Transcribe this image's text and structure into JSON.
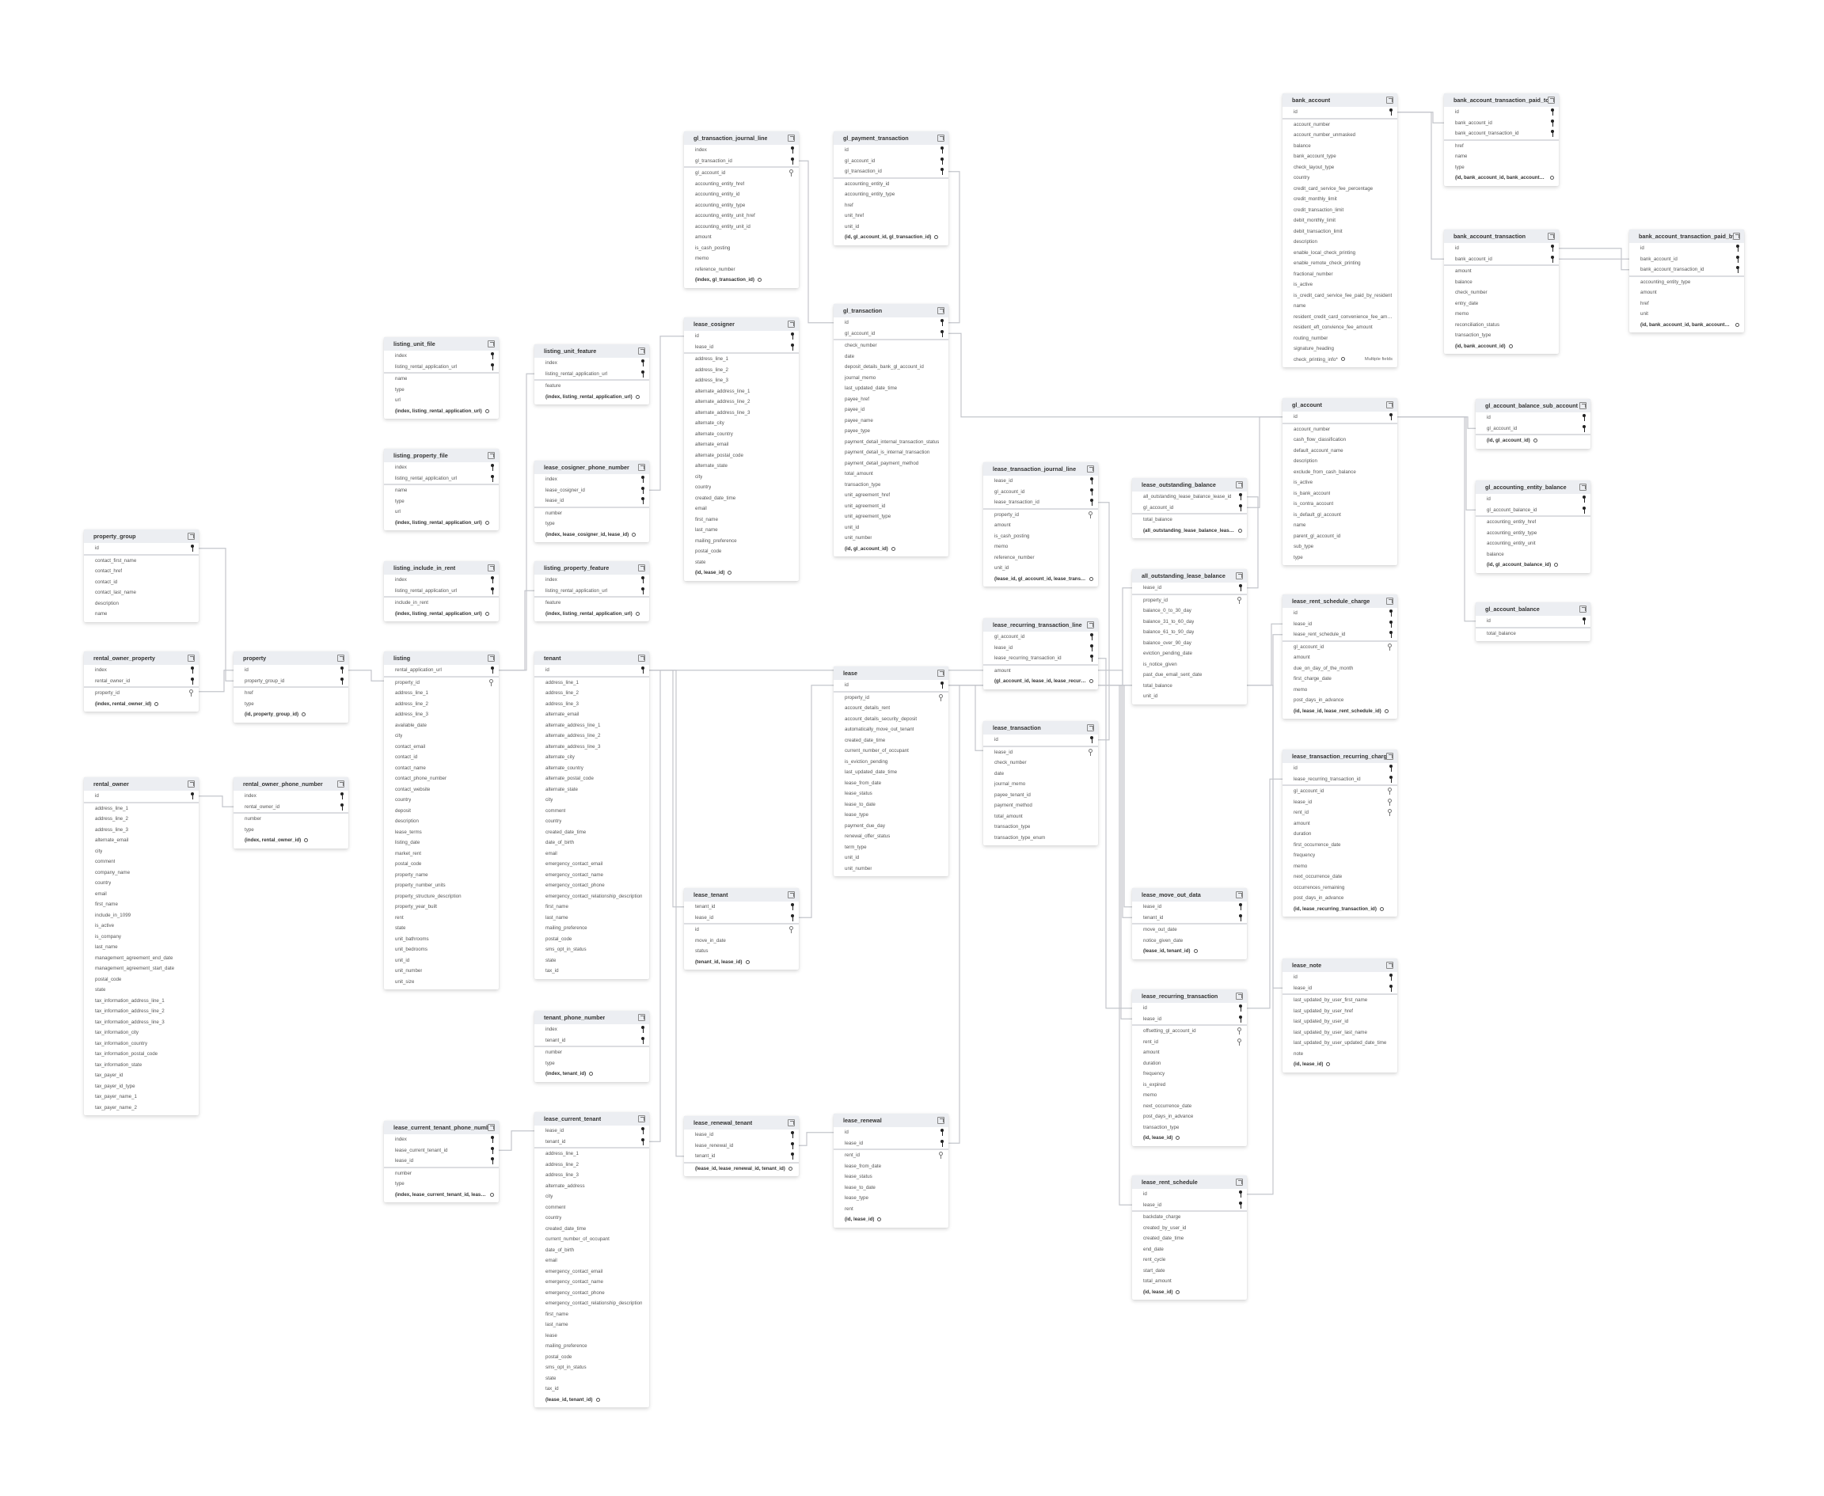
{
  "tables": [
    {
      "name": "gl_transaction_journal_line",
      "keys": [
        "index",
        "gl_transaction_id"
      ],
      "fields": [
        "gl_account_id",
        "accounting_entity_href",
        "accounting_entity_id",
        "accounting_entity_type",
        "accounting_entity_unit_href",
        "accounting_entity_unit_id",
        "amount",
        "is_cash_posting",
        "memo",
        "reference_number"
      ],
      "fk": [
        "gl_account_id"
      ],
      "composite": "(index, gl_transaction_id)"
    },
    {
      "name": "gl_payment_transaction",
      "keys": [
        "id",
        "gl_account_id",
        "gl_transaction_id"
      ],
      "fields": [
        "accounting_entity_id",
        "accounting_entity_type",
        "href",
        "unit_href",
        "unit_id"
      ],
      "fk": [],
      "composite": "(id, gl_account_id, gl_transaction_id)"
    },
    {
      "name": "gl_transaction",
      "keys": [
        "id",
        "gl_account_id"
      ],
      "fields": [
        "check_number",
        "date",
        "deposit_details_bank_gl_account_id",
        "journal_memo",
        "last_updated_date_time",
        "payee_href",
        "payee_id",
        "payee_name",
        "payee_type",
        "payment_detail_internal_transaction_status",
        "payment_detail_is_internal_transaction",
        "payment_detail_payment_method",
        "total_amount",
        "transaction_type",
        "unit_agreement_href",
        "unit_agreement_id",
        "unit_agreement_type",
        "unit_id",
        "unit_number"
      ],
      "fk": [],
      "composite": "(id, gl_account_id)"
    },
    {
      "name": "lease_cosigner",
      "keys": [
        "id",
        "lease_id"
      ],
      "fields": [
        "address_line_1",
        "address_line_2",
        "address_line_3",
        "alternate_address_line_1",
        "alternate_address_line_2",
        "alternate_address_line_3",
        "alternate_city",
        "alternate_country",
        "alternate_email",
        "alternate_postal_code",
        "alternate_state",
        "city",
        "country",
        "created_date_time",
        "email",
        "first_name",
        "last_name",
        "mailing_preference",
        "postal_code",
        "state"
      ],
      "fk": [],
      "composite": "(id, lease_id)"
    },
    {
      "name": "listing_unit_file",
      "keys": [
        "index",
        "listing_rental_application_url"
      ],
      "fields": [
        "name",
        "type",
        "url"
      ],
      "fk": [],
      "composite": "(index, listing_rental_application_url)"
    },
    {
      "name": "listing_property_file",
      "keys": [
        "index",
        "listing_rental_application_url"
      ],
      "fields": [
        "name",
        "type",
        "url"
      ],
      "fk": [],
      "composite": "(index, listing_rental_application_url)"
    },
    {
      "name": "listing_include_in_rent",
      "keys": [
        "index",
        "listing_rental_application_url"
      ],
      "fields": [
        "include_in_rent"
      ],
      "fk": [],
      "composite": "(index, listing_rental_application_url)"
    },
    {
      "name": "listing_unit_feature",
      "keys": [
        "index",
        "listing_rental_application_url"
      ],
      "fields": [
        "feature"
      ],
      "fk": [],
      "composite": "(index, listing_rental_application_url)"
    },
    {
      "name": "listing_property_feature",
      "keys": [
        "index",
        "listing_rental_application_url"
      ],
      "fields": [
        "feature"
      ],
      "fk": [],
      "composite": "(index, listing_rental_application_url)"
    },
    {
      "name": "lease_cosigner_phone_number",
      "keys": [
        "index",
        "lease_cosigner_id",
        "lease_id"
      ],
      "fields": [
        "number",
        "type"
      ],
      "fk": [],
      "composite": "(index, lease_cosigner_id, lease_id)"
    },
    {
      "name": "property_group",
      "keys": [
        "id"
      ],
      "fields": [
        "contact_first_name",
        "contact_href",
        "contact_id",
        "contact_last_name",
        "description",
        "name"
      ],
      "fk": []
    },
    {
      "name": "rental_owner_property",
      "keys": [
        "index",
        "rental_owner_id"
      ],
      "fields": [
        "property_id"
      ],
      "fk": [
        "property_id"
      ],
      "composite": "(index, rental_owner_id)"
    },
    {
      "name": "property",
      "keys": [
        "id",
        "property_group_id"
      ],
      "fields": [
        "href",
        "type"
      ],
      "fk": [],
      "composite": "(id, property_group_id)"
    },
    {
      "name": "rental_owner",
      "keys": [
        "id"
      ],
      "fields": [
        "address_line_1",
        "address_line_2",
        "address_line_3",
        "alternate_email",
        "city",
        "comment",
        "company_name",
        "country",
        "email",
        "first_name",
        "include_in_1099",
        "is_active",
        "is_company",
        "last_name",
        "management_agreement_end_date",
        "management_agreement_start_date",
        "postal_code",
        "state",
        "tax_information_address_line_1",
        "tax_information_address_line_2",
        "tax_information_address_line_3",
        "tax_information_city",
        "tax_information_country",
        "tax_information_postal_code",
        "tax_information_state",
        "tax_payer_id",
        "tax_payer_id_type",
        "tax_payer_name_1",
        "tax_payer_name_2"
      ],
      "fk": []
    },
    {
      "name": "rental_owner_phone_number",
      "keys": [
        "index",
        "rental_owner_id"
      ],
      "fields": [
        "number",
        "type"
      ],
      "fk": [],
      "composite": "(index, rental_owner_id)"
    },
    {
      "name": "listing",
      "keys": [
        "rental_application_url"
      ],
      "fields": [
        "property_id",
        "address_line_1",
        "address_line_2",
        "address_line_3",
        "available_date",
        "city",
        "contact_email",
        "contact_id",
        "contact_name",
        "contact_phone_number",
        "contact_website",
        "country",
        "deposit",
        "description",
        "lease_terms",
        "listing_date",
        "market_rent",
        "postal_code",
        "property_name",
        "property_number_units",
        "property_structure_description",
        "property_year_built",
        "rent",
        "state",
        "unit_bathrooms",
        "unit_bedrooms",
        "unit_id",
        "unit_number",
        "unit_size"
      ],
      "fk": [
        "property_id"
      ]
    },
    {
      "name": "tenant",
      "keys": [
        "id"
      ],
      "fields": [
        "address_line_1",
        "address_line_2",
        "address_line_3",
        "alternate_email",
        "alternate_address_line_1",
        "alternate_address_line_2",
        "alternate_address_line_3",
        "alternate_city",
        "alternate_country",
        "alternate_postal_code",
        "alternate_state",
        "city",
        "comment",
        "country",
        "created_date_time",
        "date_of_birth",
        "email",
        "emergency_contact_email",
        "emergency_contact_name",
        "emergency_contact_phone",
        "emergency_contact_relationship_description",
        "first_name",
        "last_name",
        "mailing_preference",
        "postal_code",
        "sms_opt_in_status",
        "state",
        "tax_id"
      ],
      "fk": []
    },
    {
      "name": "tenant_phone_number",
      "keys": [
        "index",
        "tenant_id"
      ],
      "fields": [
        "number",
        "type"
      ],
      "fk": [],
      "composite": "(index, tenant_id)"
    },
    {
      "name": "lease_current_tenant_phone_number",
      "keys": [
        "index",
        "lease_current_tenant_id",
        "lease_id"
      ],
      "fields": [
        "number",
        "type"
      ],
      "fk": [],
      "composite": "(index, lease_current_tenant_id, lease_i..."
    },
    {
      "name": "lease_current_tenant",
      "keys": [
        "lease_id",
        "tenant_id"
      ],
      "fields": [
        "address_line_1",
        "address_line_2",
        "address_line_3",
        "alternate_address",
        "city",
        "comment",
        "country",
        "created_date_time",
        "current_number_of_occupant",
        "date_of_birth",
        "email",
        "emergency_contact_email",
        "emergency_contact_name",
        "emergency_contact_phone",
        "emergency_contact_relationship_description",
        "first_name",
        "last_name",
        "lease",
        "mailing_preference",
        "postal_code",
        "sms_opt_in_status",
        "state",
        "tax_id"
      ],
      "fk": [],
      "composite": "(lease_id, tenant_id)"
    },
    {
      "name": "lease_tenant",
      "keys": [
        "tenant_id",
        "lease_id"
      ],
      "fields": [
        "id",
        "move_in_date",
        "status"
      ],
      "fk": [
        "id"
      ],
      "composite": "(tenant_id, lease_id)"
    },
    {
      "name": "lease_renewal_tenant",
      "keys": [
        "lease_id",
        "lease_renewal_id",
        "tenant_id"
      ],
      "fields": [],
      "fk": [],
      "composite": "(lease_id, lease_renewal_id, tenant_id)"
    },
    {
      "name": "lease",
      "keys": [
        "id"
      ],
      "fields": [
        "property_id",
        "account_details_rent",
        "account_details_security_deposit",
        "automatically_move_out_tenant",
        "created_date_time",
        "current_number_of_occupant",
        "is_eviction_pending",
        "last_updated_date_time",
        "lease_from_date",
        "lease_status",
        "lease_to_date",
        "lease_type",
        "payment_due_day",
        "renewal_offer_status",
        "term_type",
        "unit_id",
        "unit_number"
      ],
      "fk": [
        "property_id"
      ]
    },
    {
      "name": "lease_renewal",
      "keys": [
        "id",
        "lease_id"
      ],
      "fields": [
        "rent_id",
        "lease_from_date",
        "lease_status",
        "lease_to_date",
        "lease_type",
        "rent"
      ],
      "fk": [
        "rent_id"
      ],
      "composite": "(id, lease_id)"
    },
    {
      "name": "lease_transaction_journal_line",
      "keys": [
        "lease_id",
        "gl_account_id",
        "lease_transaction_id"
      ],
      "fields": [
        "property_id",
        "amount",
        "is_cash_posting",
        "memo",
        "reference_number",
        "unit_id"
      ],
      "fk": [
        "property_id"
      ],
      "composite": "(lease_id, gl_account_id, lease_transac..."
    },
    {
      "name": "lease_recurring_transaction_line",
      "keys": [
        "gl_account_id",
        "lease_id",
        "lease_recurring_transaction_id"
      ],
      "fields": [
        "amount"
      ],
      "fk": [],
      "composite": "(gl_account_id, lease_id, lease_recurrin..."
    },
    {
      "name": "lease_transaction",
      "keys": [
        "id"
      ],
      "fields": [
        "lease_id",
        "check_number",
        "date",
        "journal_memo",
        "payee_tenant_id",
        "payment_method",
        "total_amount",
        "transaction_type",
        "transaction_type_enum"
      ],
      "fk": [
        "lease_id"
      ]
    },
    {
      "name": "lease_outstanding_balance",
      "keys": [
        "all_outstanding_lease_balance_lease_id",
        "gl_account_id"
      ],
      "fields": [
        "total_balance"
      ],
      "fk": [],
      "composite": "(all_outstanding_lease_balance_lease_i..."
    },
    {
      "name": "all_outstanding_lease_balance",
      "keys": [
        "lease_id"
      ],
      "fields": [
        "property_id",
        "balance_0_to_30_day",
        "balance_31_to_60_day",
        "balance_61_to_90_day",
        "balance_over_90_day",
        "eviction_pending_date",
        "is_notice_given",
        "past_due_email_sent_date",
        "total_balance",
        "unit_id"
      ],
      "fk": [
        "property_id"
      ]
    },
    {
      "name": "lease_move_out_data",
      "keys": [
        "lease_id",
        "tenant_id"
      ],
      "fields": [
        "move_out_date",
        "notice_given_date"
      ],
      "fk": [],
      "composite": "(lease_id, tenant_id)"
    },
    {
      "name": "lease_recurring_transaction",
      "keys": [
        "id",
        "lease_id"
      ],
      "fields": [
        "offsetting_gl_account_id",
        "rent_id",
        "amount",
        "duration",
        "frequency",
        "is_expired",
        "memo",
        "next_occurrence_date",
        "post_days_in_advance",
        "transaction_type"
      ],
      "fk": [
        "offsetting_gl_account_id",
        "rent_id"
      ],
      "composite": "(id, lease_id)"
    },
    {
      "name": "lease_rent_schedule",
      "keys": [
        "id",
        "lease_id"
      ],
      "fields": [
        "backdate_charge",
        "created_by_user_id",
        "created_date_time",
        "end_date",
        "rent_cycle",
        "start_date",
        "total_amount"
      ],
      "fk": [],
      "composite": "(id, lease_id)"
    },
    {
      "name": "bank_account",
      "keys": [
        "id"
      ],
      "fields": [
        "account_number",
        "account_number_unmasked",
        "balance",
        "bank_account_type",
        "check_layout_type",
        "country",
        "credit_card_service_fee_percentage",
        "credit_monthly_limit",
        "credit_transaction_limit",
        "debit_monthly_limit",
        "debit_transaction_limit",
        "description",
        "enable_local_check_printing",
        "enable_remote_check_printing",
        "fractional_number",
        "is_active",
        "is_credit_card_service_fee_paid_by_resident",
        "name",
        "resident_credit_card_convenience_fee_amo...",
        "resident_eft_convience_fee_amount",
        "routing_number",
        "signature_heading"
      ],
      "fk": [],
      "extra": {
        "name": "check_printing_info*",
        "note": "Multiple fields"
      }
    },
    {
      "name": "gl_account",
      "keys": [
        "id"
      ],
      "fields": [
        "account_number",
        "cash_flow_classification",
        "default_account_name",
        "description",
        "exclude_from_cash_balance",
        "is_active",
        "is_bank_account",
        "is_contra_account",
        "is_default_gl_account",
        "name",
        "parent_gl_account_id",
        "sub_type",
        "type"
      ],
      "fk": []
    },
    {
      "name": "lease_rent_schedule_charge",
      "keys": [
        "id",
        "lease_id",
        "lease_rent_schedule_id"
      ],
      "fields": [
        "gl_account_id",
        "amount",
        "due_on_day_of_the_month",
        "first_charge_date",
        "memo",
        "post_days_in_advance"
      ],
      "fk": [
        "gl_account_id"
      ],
      "composite": "(id, lease_id, lease_rent_schedule_id)"
    },
    {
      "name": "lease_transaction_recurring_charge",
      "keys": [
        "id",
        "lease_recurring_transaction_id"
      ],
      "fields": [
        "gl_account_id",
        "lease_id",
        "rent_id",
        "amount",
        "duration",
        "first_occurrence_date",
        "frequency",
        "memo",
        "next_occurrence_date",
        "occurrences_remaining",
        "post_days_in_advance"
      ],
      "fk": [
        "gl_account_id",
        "lease_id",
        "rent_id"
      ],
      "composite": "(id, lease_recurring_transaction_id)"
    },
    {
      "name": "lease_note",
      "keys": [
        "id",
        "lease_id"
      ],
      "fields": [
        "last_updated_by_user_first_name",
        "last_updated_by_user_href",
        "last_updated_by_user_id",
        "last_updated_by_user_last_name",
        "last_updated_by_user_updated_date_time",
        "note"
      ],
      "fk": [],
      "composite": "(id, lease_id)"
    },
    {
      "name": "bank_account_transaction_paid_to",
      "keys": [
        "id",
        "bank_account_id",
        "bank_account_transaction_id"
      ],
      "fields": [
        "href",
        "name",
        "type"
      ],
      "fk": [],
      "composite": "(id, bank_account_id, bank_account_tr..."
    },
    {
      "name": "bank_account_transaction",
      "keys": [
        "id",
        "bank_account_id"
      ],
      "fields": [
        "amount",
        "balance",
        "check_number",
        "entry_date",
        "memo",
        "reconciliation_status",
        "transaction_type"
      ],
      "fk": [],
      "composite": "(id, bank_account_id)"
    },
    {
      "name": "bank_account_transaction_paid_by",
      "keys": [
        "id",
        "bank_account_id",
        "bank_account_transaction_id"
      ],
      "fields": [
        "accounting_entity_type",
        "amount",
        "href",
        "unit"
      ],
      "fk": [],
      "composite": "(id, bank_account_id, bank_account_tr..."
    },
    {
      "name": "gl_account_balance_sub_account",
      "keys": [
        "id",
        "gl_account_id"
      ],
      "fields": [],
      "fk": [],
      "composite": "(id, gl_account_id)"
    },
    {
      "name": "gl_accounting_entity_balance",
      "keys": [
        "id",
        "gl_account_balance_id"
      ],
      "fields": [
        "accounting_entity_href",
        "accounting_entity_type",
        "accounting_entity_unit",
        "balance"
      ],
      "fk": [],
      "composite": "(id, gl_account_balance_id)"
    },
    {
      "name": "gl_account_balance",
      "keys": [
        "id"
      ],
      "fields": [
        "total_balance"
      ],
      "fk": []
    }
  ],
  "colors": {
    "line": "#c4c6cc",
    "header": "#eceef2",
    "key": "#222222"
  }
}
